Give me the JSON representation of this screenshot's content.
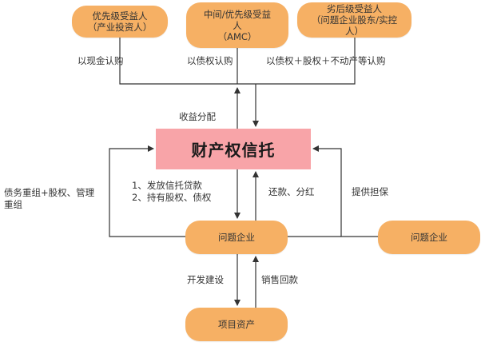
{
  "nodes": {
    "senior_left": "优先级受益人\n（产业投资人）",
    "mezzanine": "中间/优先级受益\n人\n（AMC）",
    "junior": "劣后级受益人\n（问题企业股东/实控\n人）",
    "trust": "财产权信托",
    "problem_company_main": "问题企业",
    "problem_company_right": "问题企业",
    "project_assets": "项目资产"
  },
  "labels": {
    "cash_subscription": "以现金认购",
    "debt_subscription": "以债权认购",
    "mixed_subscription": "以债权＋股权＋不动产等认购",
    "income_distribution": "收益分配",
    "debt_restructuring": "债务重组+股权、管理\n重组",
    "trust_actions": "1、发放信托贷款\n2、持有股权、债权",
    "repayment_dividend": "还款、分红",
    "guarantee": "提供担保",
    "development": "开发建设",
    "sales_return": "销售回款"
  },
  "colors": {
    "node_fill": "#f6b064",
    "trust_fill": "#f8a4a8",
    "line": "#333333"
  }
}
